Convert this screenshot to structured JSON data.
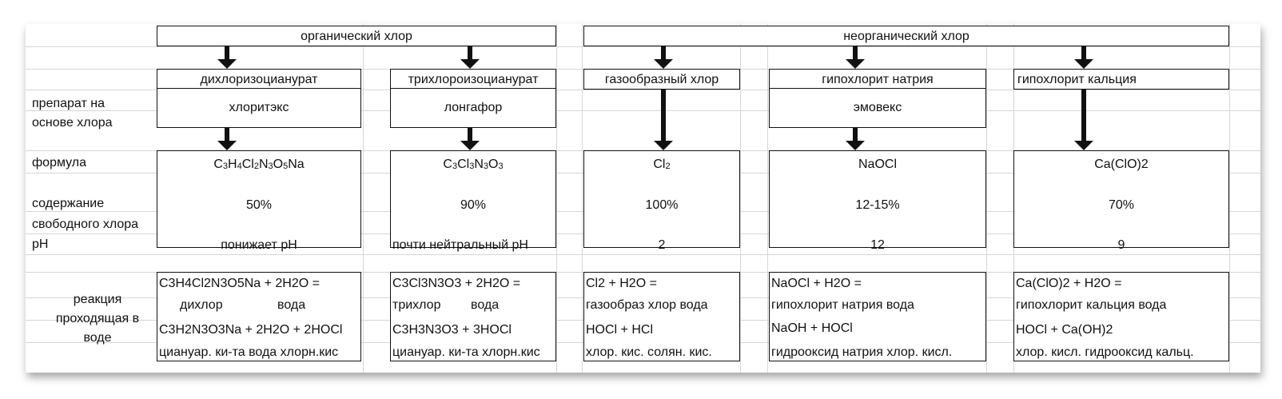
{
  "headers": {
    "organic": "органический хлор",
    "inorganic": "неорганический хлор"
  },
  "row_labels": {
    "preparation_1": "препарат на",
    "preparation_2": "основе хлора",
    "formula": "формула",
    "content_1": "содержание",
    "content_2": "свободного хлора",
    "ph": "pH",
    "reaction_1": "реакция",
    "reaction_2": "проходящая в",
    "reaction_3": "воде"
  },
  "columns": [
    {
      "type": "дихлоризоцианурат",
      "product": "хлоритэкс",
      "formula_parts": [
        "C",
        "3",
        "H",
        "4",
        "Cl",
        "2",
        "N",
        "3",
        "O",
        "5",
        "Na"
      ],
      "content": "50%",
      "ph": "понижает pH",
      "reaction": [
        "C3H4Cl2N3O5Na + 2H2O =",
        "дихлор",
        "вода",
        "C3H2N3O3Na + 2H2O + 2HOCl",
        "циануар. ки-та вода хлорн.кис"
      ]
    },
    {
      "type": "трихлороизоцианурат",
      "product": "лонгафор",
      "formula_parts": [
        "C",
        "3",
        "Cl",
        "3",
        "N",
        "3",
        "O",
        "3"
      ],
      "content": "90%",
      "ph": "почти нейтральный pH",
      "reaction": [
        "C3Cl3N3O3 + 2H2O =",
        "трихлор",
        "вода",
        "C3H3N3O3 + 3HOCl",
        "циануар. ки-та хлорн.кис"
      ]
    },
    {
      "type": "газообразный хлор",
      "product": "",
      "formula_parts": [
        "Cl",
        "2"
      ],
      "content": "100%",
      "ph": "2",
      "reaction": [
        "Cl2   +   H2O =",
        "газообраз хлор  вода",
        "",
        "HOCl + HCl",
        "хлор. кис.    солян. кис."
      ]
    },
    {
      "type": "гипохлорит натрия",
      "product": "эмовекс",
      "formula_parts": [
        "NaOCl"
      ],
      "content": "12-15%",
      "ph": "12",
      "reaction": [
        "NaOCl   +   H2O =",
        "гипохлорит натрия  вода",
        "",
        "NaOH   +   HOCl",
        "гидрооксид натрия  хлор. кисл."
      ]
    },
    {
      "type": "гипохлорит кальция",
      "product": "",
      "formula_parts": [
        "Ca(ClO)2"
      ],
      "content": "70%",
      "ph": "9",
      "reaction": [
        "Ca(ClO)2   +  H2O =",
        "гипохлорит кальция  вода",
        "",
        "HOCl  + Ca(OH)2",
        "хлор. кисл.  гидрооксид кальц."
      ]
    }
  ]
}
